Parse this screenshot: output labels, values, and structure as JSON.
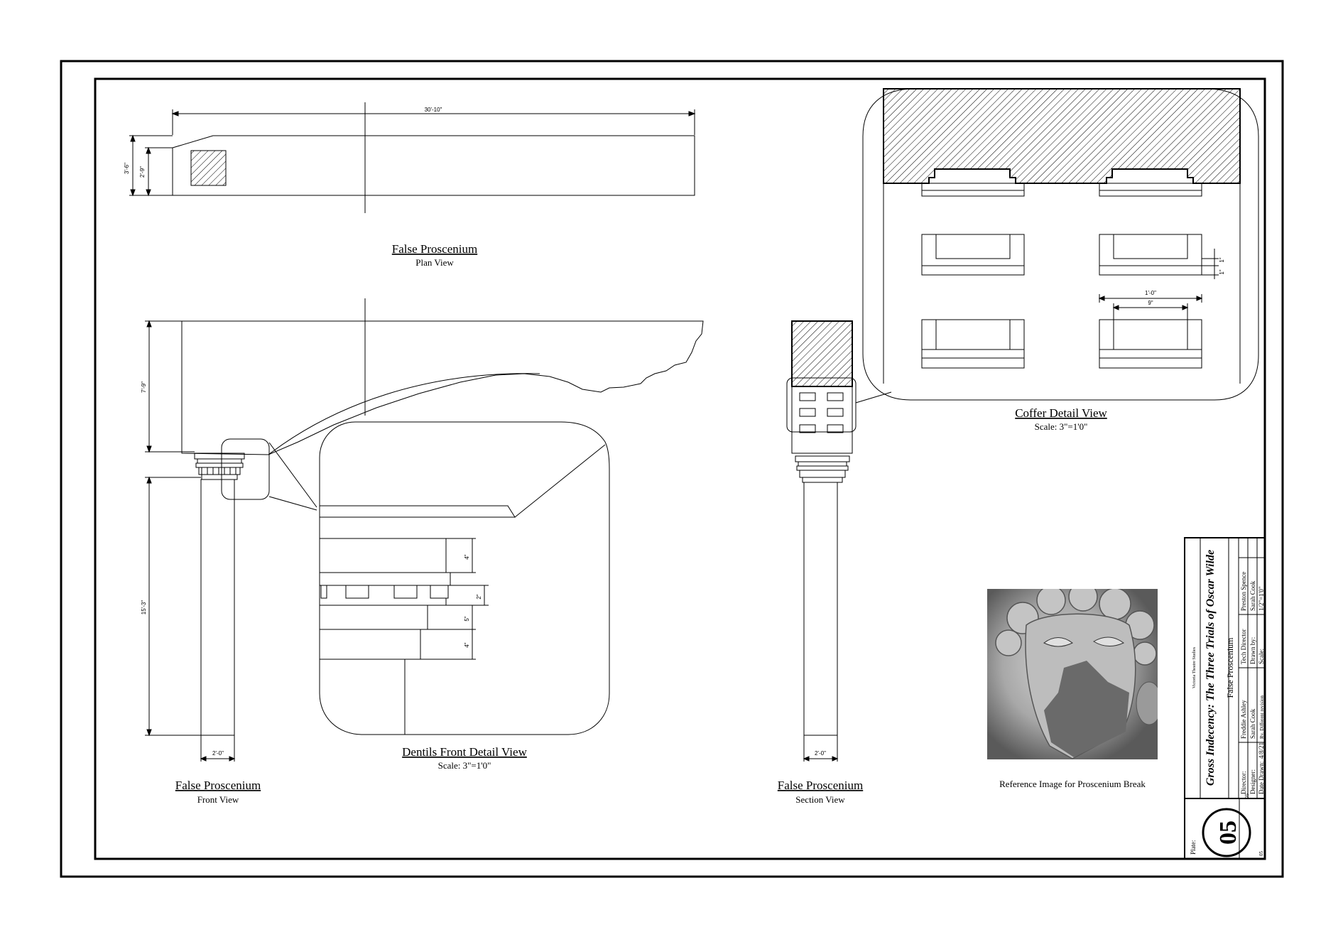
{
  "views": {
    "plan": {
      "title": "False Proscenium",
      "subtitle": "Plan View",
      "dims": {
        "overall": "30'-10\"",
        "outer": "3'-6\"",
        "inner": "2'-9\""
      }
    },
    "front": {
      "title": "False Proscenium",
      "subtitle": "Front View",
      "dims": {
        "header": "7'-9\"",
        "column": "15'-3\"",
        "width": "2'-0\""
      }
    },
    "dentils": {
      "title": "Dentils Front Detail View",
      "subtitle": "Scale: 3\"=1'0\"",
      "dims": {
        "a": "4\"",
        "b": "2\"",
        "c": "5\"",
        "d": "4\""
      }
    },
    "section": {
      "title": "False Proscenium",
      "subtitle": "Section View",
      "dims": {
        "width": "2'-0\""
      }
    },
    "coffer": {
      "title": "Coffer Detail View",
      "subtitle": "Scale: 3\"=1'0\"",
      "dims": {
        "outer": "1'-0\"",
        "inner": "9\"",
        "a": "1\"",
        "b": "1\""
      }
    },
    "reference": {
      "caption": "Reference Image for Proscenium Break"
    }
  },
  "title_block": {
    "plate_label": "Plate:",
    "plate_number": "05",
    "theatre": "Victoria Theatre Studies",
    "show": "Gross Indecency: The Three Trials of Oscar Wilde",
    "drawing": "False Proscenium",
    "rows": [
      {
        "label": "Director:",
        "value": "Freddie Ashley",
        "label2": "Tech Director",
        "value2": "Preston Spence"
      },
      {
        "label": "Designer:",
        "value": "Sarah Cook",
        "label2": "Drawn by:",
        "value2": "Sarah Cook"
      },
      {
        "label": "Date Drawn:",
        "value": "4/8/21",
        "label2": "Scale:",
        "value2": "1/2\"=1'0\""
      }
    ],
    "revision": "Rv. Different revision",
    "sheet": "05",
    "sheet2": "05"
  }
}
